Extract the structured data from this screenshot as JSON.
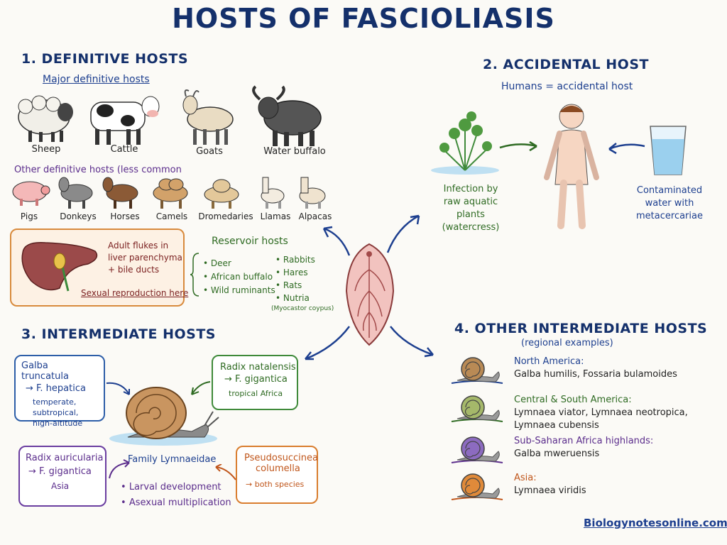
{
  "title": "HOSTS OF FASCIOLIASIS",
  "definitive": {
    "heading": "1. DEFINITIVE HOSTS",
    "major_label": "Major definitive hosts",
    "major": [
      "Sheep",
      "Cattle",
      "Goats",
      "Water buffalo"
    ],
    "other_label": "Other definitive hosts (less common",
    "other": [
      "Pigs",
      "Donkeys",
      "Horses",
      "Camels",
      "Dromedaries",
      "Llamas",
      "Alpacas"
    ],
    "liver_line1": "Adult flukes in",
    "liver_line2": "liver parenchyma",
    "liver_line3": "+ bile ducts",
    "liver_note": "Sexual reproduction here"
  },
  "reservoir": {
    "heading": "Reservoir hosts",
    "col1": [
      "Deer",
      "African buffalo",
      "Wild ruminants"
    ],
    "col2": [
      "Rabbits",
      "Hares",
      "Rats",
      "Nutria"
    ],
    "note": "(Myocastor coypus)"
  },
  "accidental": {
    "heading": "2. ACCIDENTAL HOST",
    "subtitle": "Humans = accidental host",
    "left_lines": [
      "Infection by",
      "raw aquatic",
      "plants",
      "(watercress)"
    ],
    "right_lines": [
      "Contaminated",
      "water with",
      "metacercariae"
    ]
  },
  "intermediate": {
    "heading": "3. INTERMEDIATE HOSTS",
    "galba": {
      "name": "Galba truncatula",
      "arrow": "→ F. hepatica",
      "lines": [
        "temperate,",
        "subtropical,",
        "high-altitude"
      ]
    },
    "natalensis": {
      "name": "Radix natalensis",
      "arrow": "→ F. gigantica",
      "region": "tropical Africa"
    },
    "auricularia": {
      "name": "Radix auricularia",
      "arrow": "→ F. gigantica",
      "region": "Asia"
    },
    "pseudo": {
      "name1": "Pseudosuccinea",
      "name2": "columella",
      "note": "→ both species"
    },
    "family": "Family Lymnaeidae",
    "bullets": [
      "Larval development",
      "Asexual multiplication"
    ]
  },
  "other_intermediate": {
    "heading": "4. OTHER INTERMEDIATE HOSTS",
    "subtitle": "(regional examples)",
    "regions": [
      {
        "region": "North America:",
        "species": [
          "Galba humilis, Fossaria bulamoides"
        ],
        "color": "#1d3f8f",
        "shell": "#b98a55"
      },
      {
        "region": "Central & South America:",
        "species": [
          "Lymnaea viator, Lymnaea neotropica,",
          "Lymnaea cubensis"
        ],
        "color": "#2f6b23",
        "shell": "#a5b86a"
      },
      {
        "region": "Sub-Saharan Africa highlands:",
        "species": [
          "Galba mweruensis"
        ],
        "color": "#5b2d8c",
        "shell": "#8c6bc0"
      },
      {
        "region": "Asia:",
        "species": [
          "Lymnaea viridis"
        ],
        "color": "#c0561b",
        "shell": "#e08a3a"
      }
    ]
  },
  "footer": "Biologynotesonline.com"
}
